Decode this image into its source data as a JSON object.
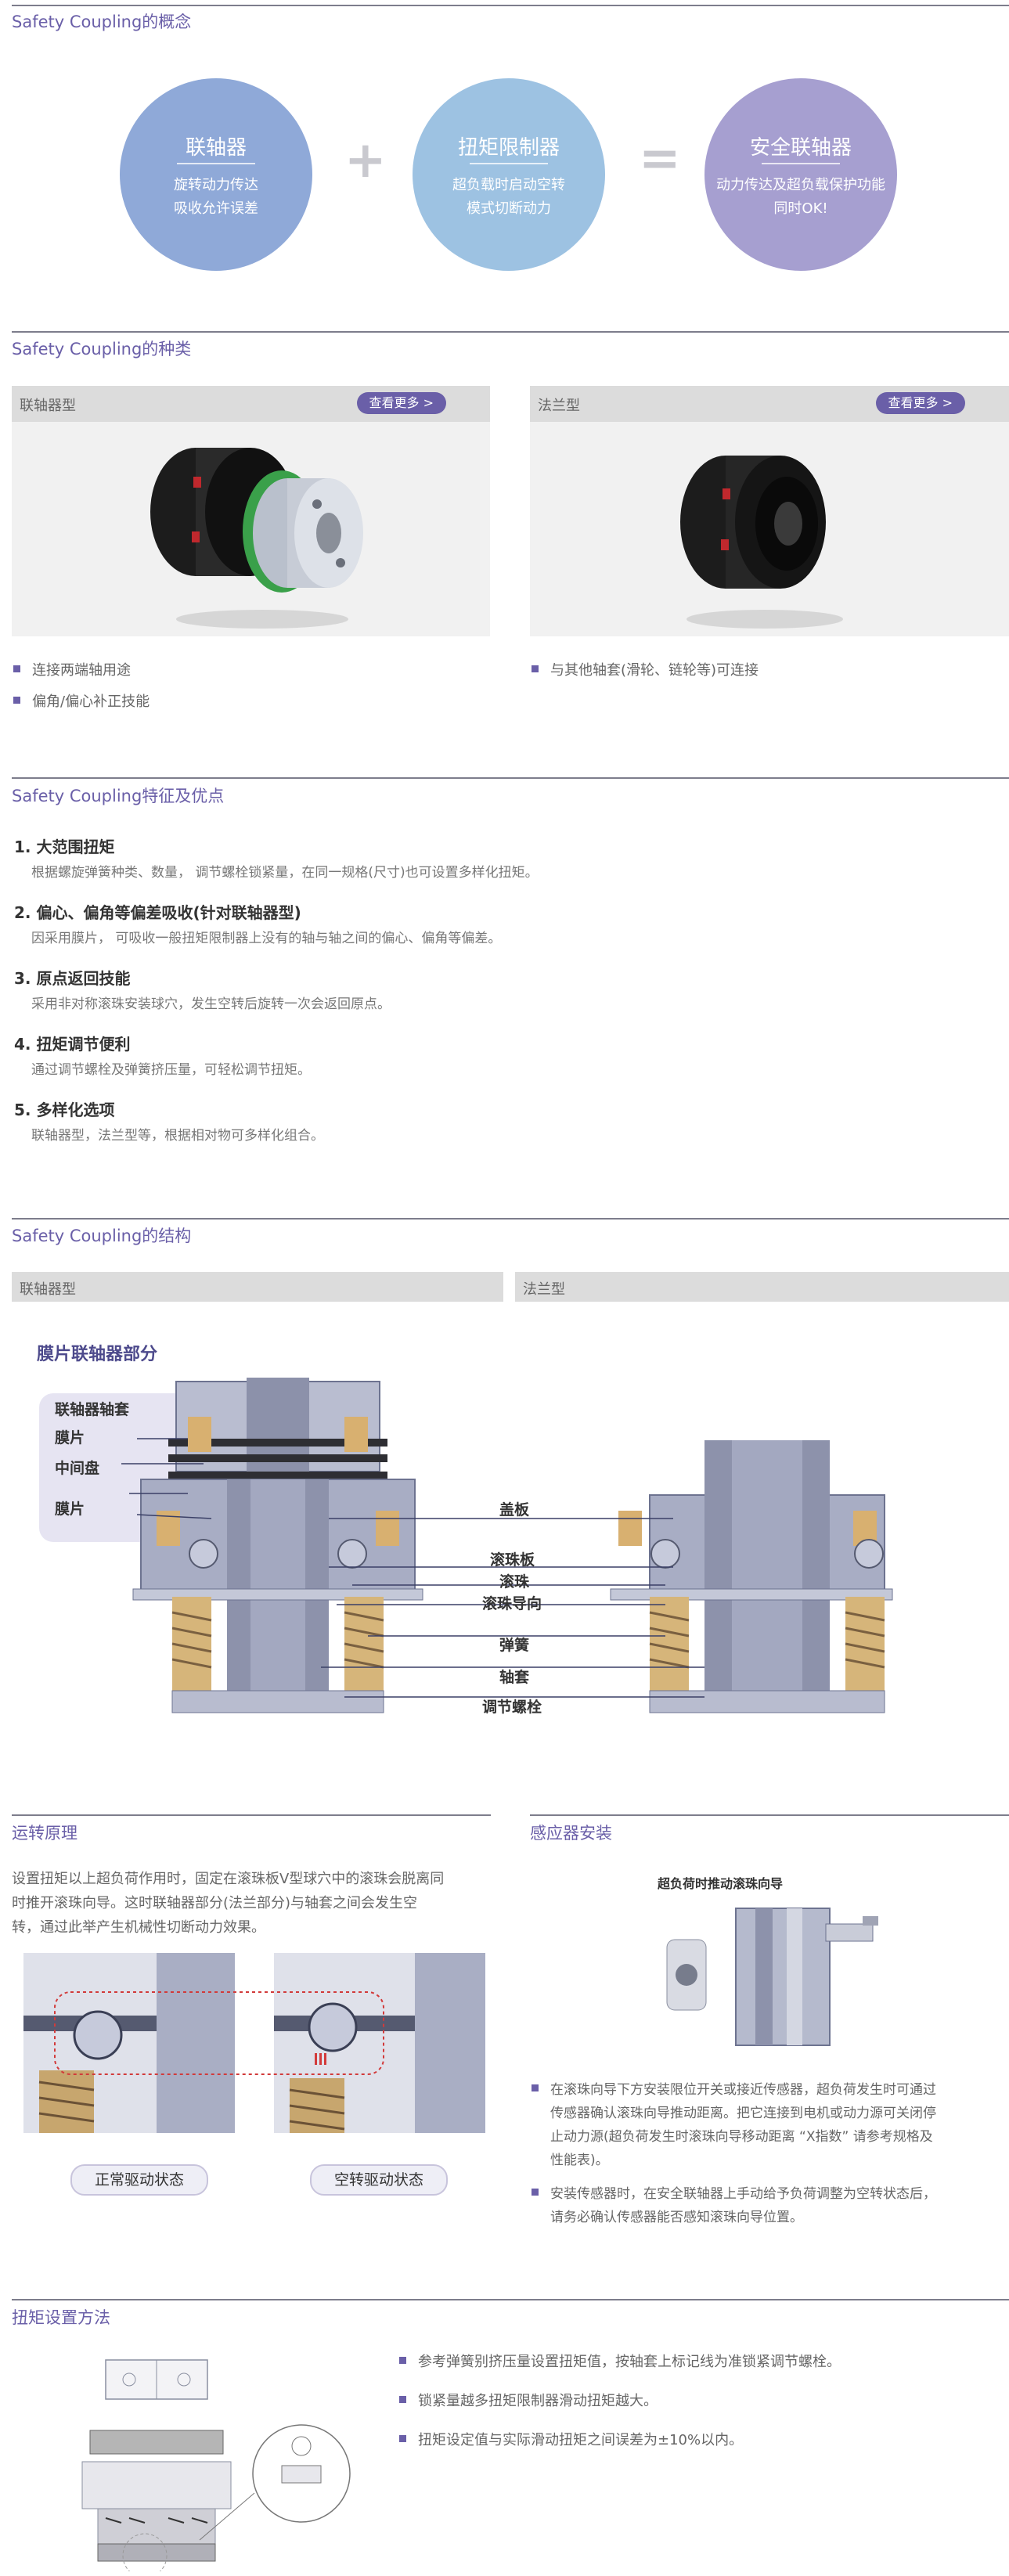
{
  "concept": {
    "title": "Safety Coupling的概念",
    "circles": [
      {
        "title": "联轴器",
        "line1": "旋转动力传达",
        "line2": "吸收允许误差",
        "color": "#8fa9d8"
      },
      {
        "title": "扭矩限制器",
        "line1": "超负载时启动空转",
        "line2": "模式切断动力",
        "color": "#9dc2e2"
      },
      {
        "title": "安全联轴器",
        "line1": "动力传达及超负载保护功能",
        "line2": "同时OK!",
        "color": "#a69fd0"
      }
    ],
    "plus": "+",
    "equals": "="
  },
  "types": {
    "title": "Safety Coupling的种类",
    "more_label": "查看更多 >",
    "coupling": {
      "label": "联轴器型",
      "bullets": [
        "连接两端轴用途",
        "偏角/偏心补正技能"
      ]
    },
    "flange": {
      "label": "法兰型",
      "bullets": [
        "与其他轴套(滑轮、链轮等)可连接"
      ]
    }
  },
  "features": {
    "title": "Safety Coupling特征及优点",
    "items": [
      {
        "title": "1. 大范围扭矩",
        "desc": "根据螺旋弹簧种类、数量， 调节螺栓锁紧量，在同一规格(尺寸)也可设置多样化扭矩。"
      },
      {
        "title": "2. 偏心、偏角等偏差吸收(针对联轴器型)",
        "desc": "因采用膜片， 可吸收一般扭矩限制器上没有的轴与轴之间的偏心、偏角等偏差。"
      },
      {
        "title": "3. 原点返回技能",
        "desc": "采用非对称滚珠安装球穴，发生空转后旋转一次会返回原点。"
      },
      {
        "title": "4. 扭矩调节便利",
        "desc": "通过调节螺栓及弹簧挤压量，可轻松调节扭矩。"
      },
      {
        "title": "5. 多样化选项",
        "desc": "联轴器型，法兰型等，根据相对物可多样化组合。"
      }
    ]
  },
  "structure": {
    "title": "Safety Coupling的结构",
    "col_left": "联轴器型",
    "col_right": "法兰型",
    "diaphragm_title": "膜片联轴器部分",
    "left_labels": [
      "联轴器轴套",
      "膜片",
      "中间盘",
      "膜片"
    ],
    "center_labels": [
      "盖板",
      "滚珠板",
      "滚珠",
      "滚珠导向",
      "弹簧",
      "轴套",
      "调节螺栓"
    ]
  },
  "principle": {
    "title": "运转原理",
    "text": [
      "设置扭矩以上超负荷作用时，固定在滚珠板V型球穴中的滚珠会脱离同",
      "时推开滚珠向导。这时联轴器部分(法兰部分)与轴套之间会发生空",
      "转，通过此举产生机械性切断动力效果。"
    ],
    "state_normal": "正常驱动状态",
    "state_idle": "空转驱动状态"
  },
  "sensor": {
    "title": "感应器安装",
    "caption": "超负荷时推动滚珠向导",
    "bullet1": [
      "在滚珠向导下方安装限位开关或接近传感器，超负荷发生时可通过",
      "传感器确认滚珠向导推动距离。把它连接到电机或动力源可关闭停",
      "止动力源(超负荷发生时滚珠向导移动距离 “X指数” 请参考规格及",
      "性能表)。"
    ],
    "bullet2": [
      "安装传感器时，在安全联轴器上手动给予负荷调整为空转状态后，",
      "请务必确认传感器能否感知滚珠向导位置。"
    ]
  },
  "torque": {
    "title": "扭矩设置方法",
    "bullets": [
      "参考弹簧别挤压量设置扭矩值，按轴套上标记线为准锁紧调节螺栓。",
      "锁紧量越多扭矩限制器滑动扭矩越大。",
      "扭矩设定值与实际滑动扭矩之间误差为±10%以内。"
    ]
  }
}
